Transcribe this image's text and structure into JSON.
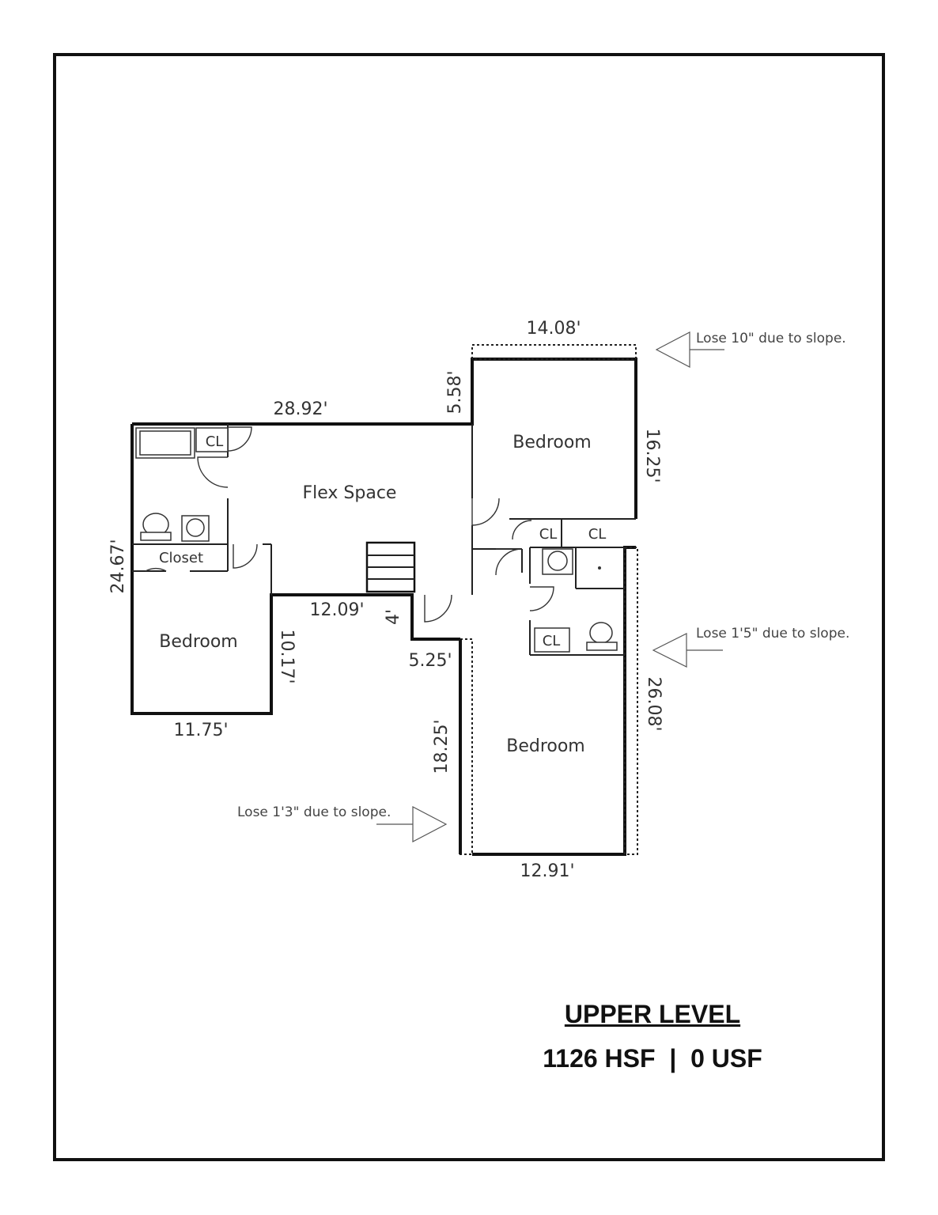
{
  "rooms": {
    "flex": "Flex Space",
    "bedroom_upper_right": "Bedroom",
    "bedroom_left": "Bedroom",
    "bedroom_lower_right": "Bedroom",
    "closet": "Closet",
    "cl1": "CL",
    "cl2": "CL",
    "cl3": "CL",
    "cl4": "CL"
  },
  "dimensions": {
    "top_right": "14.08'",
    "top_left": "28.92'",
    "step_up": "5.58'",
    "right_upper": "16.25'",
    "left_side": "24.67'",
    "middle_bottom": "12.09'",
    "step_4": "4'",
    "left_bedroom_right": "10.17'",
    "step_5": "5.25'",
    "left_bottom": "11.75'",
    "lower_left": "18.25'",
    "right_lower": "26.08'",
    "bottom_right": "12.91'"
  },
  "notes": {
    "top": "Lose 10\" due to slope.",
    "middle": "Lose 1'5\" due to slope.",
    "bottom": "Lose 1'3\" due to slope."
  },
  "footer": {
    "level": "UPPER LEVEL",
    "area": "1126 HSF  |  0 USF"
  }
}
